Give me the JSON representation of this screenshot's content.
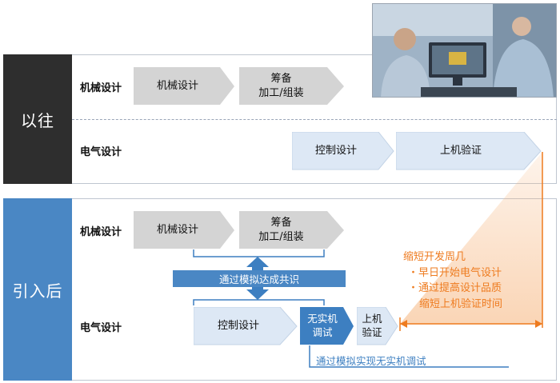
{
  "sections": {
    "before": {
      "label": "以往",
      "rows": {
        "mech": {
          "label": "机械设计",
          "steps": [
            "机械设计",
            "筹备\n加工/组装"
          ]
        },
        "elec": {
          "label": "电气设计",
          "steps": [
            "控制设计",
            "上机验证"
          ]
        }
      }
    },
    "after": {
      "label": "引入后",
      "rows": {
        "mech": {
          "label": "机械设计",
          "steps": [
            "机械设计",
            "筹备\n加工/组装"
          ]
        },
        "elec": {
          "label": "电气设计",
          "steps": [
            "控制设计",
            "无实机\n调试",
            "上机\n验证"
          ]
        }
      },
      "consensus_label": "通过模拟达成共识",
      "sim_note": "通过模拟实现无实机调试"
    }
  },
  "benefits": {
    "title": "缩短开发周几",
    "items": [
      "・早日开始电气设计",
      "・通过提高设计品质",
      "缩短上机验证时间"
    ]
  },
  "colors": {
    "before_side": "#2e2e2e",
    "after_side": "#4a87c4",
    "grey_chevron": "#d4d4d4",
    "blue_chevron": "#dde8f5",
    "accent_blue": "#3d7fc1",
    "orange": "#ee7b1f"
  },
  "photo": {
    "icon": "engineers-at-computer-photo"
  }
}
